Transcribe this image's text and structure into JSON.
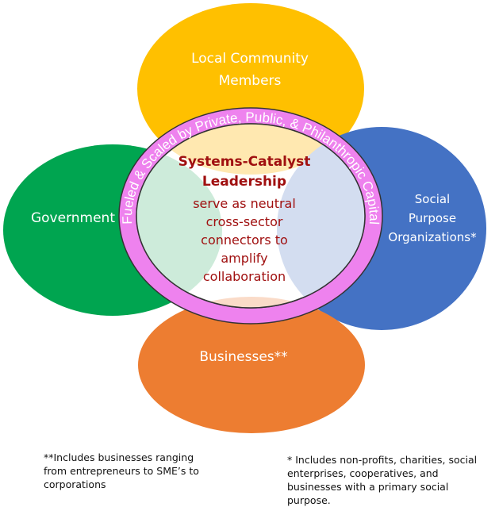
{
  "circles": {
    "top": {
      "label_lines": [
        "Local Community",
        "Members"
      ],
      "color": "#FFC000"
    },
    "left": {
      "label_lines": [
        "Government"
      ],
      "color": "#00A550"
    },
    "right": {
      "label_lines": [
        "Social",
        "Purpose",
        "Organizations*"
      ],
      "color": "#4472C4"
    },
    "bottom": {
      "label_lines": [
        "Businesses**"
      ],
      "color": "#ED7D31"
    }
  },
  "ring": {
    "text": "Fueled & Scaled by Private, Public, & Philanthropic Capital",
    "color": "#EE82EE"
  },
  "center": {
    "title_lines": [
      "Systems-Catalyst",
      "Leadership"
    ],
    "body_lines": [
      "serve as neutral",
      "cross-sector",
      "connectors to",
      "amplify",
      "collaboration"
    ],
    "text_color": "#A01010"
  },
  "footnotes": {
    "businesses": "**Includes businesses ranging from entrepreneurs to SME’s to corporations",
    "social": "* Includes non-profits, charities, social enterprises, cooperatives, and businesses with a primary social purpose."
  }
}
